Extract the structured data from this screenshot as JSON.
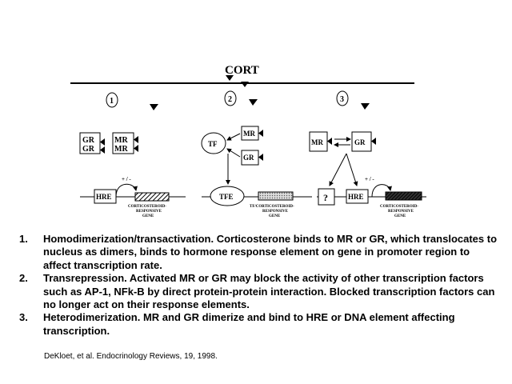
{
  "diagram": {
    "cort_label": "CORT",
    "panels": [
      {
        "number": "1",
        "complexes": [
          [
            "GR",
            "GR"
          ],
          [
            "MR",
            "MR"
          ]
        ],
        "sign": "+ / -",
        "element": "HRE",
        "gene": [
          "CORTICOSTEROID-",
          "RESPONSIVE",
          "GENE"
        ]
      },
      {
        "number": "2",
        "factor": "TF",
        "receptors": [
          "MR",
          "GR"
        ],
        "element": "TFE",
        "gene": [
          "TF/CORTICOSTEROID-",
          "RESPONSIVE",
          "GENE"
        ]
      },
      {
        "number": "3",
        "receptors": [
          "MR",
          "GR"
        ],
        "sign": "+ / -",
        "unknown": "?",
        "element": "HRE",
        "gene": [
          "CORTICOSTEROID-",
          "RESPONSIVE",
          "GENE"
        ]
      }
    ]
  },
  "notes": [
    {
      "num": "1.",
      "text": "Homodimerization/transactivation.  Corticosterone binds to MR or GR, which translocates to nucleus as dimers, binds to hormone response element on gene in promoter region to affect transcription rate."
    },
    {
      "num": "2.",
      "text": "Transrepression.  Activated MR or GR may block the activity of other transcription factors such as AP-1, NFk-B by direct protein-protein interaction.  Blocked transcription factors can no longer act on their response elements."
    },
    {
      "num": "3.",
      "text": "Heterodimerization.  MR and GR dimerize and bind to HRE or DNA element affecting transcription."
    }
  ],
  "citation": "DeKloet, et al.  Endocrinology Reviews, 19, 1998."
}
